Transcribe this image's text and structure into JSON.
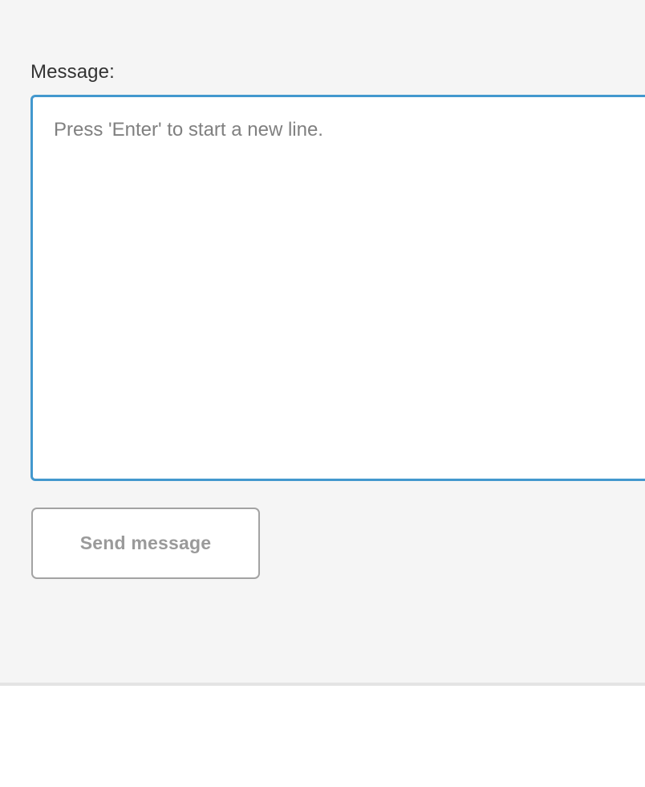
{
  "theme": {
    "panel_background": "#f5f5f5",
    "page_background": "#ffffff",
    "divider_color": "#e4e4e4",
    "focus_border_color": "#4398ce",
    "label_color": "#333333",
    "placeholder_color": "#808080",
    "button_border_color": "#a3a3a3",
    "button_text_color": "#9a9a9a",
    "button_background": "#ffffff"
  },
  "composer": {
    "label": "Message:",
    "textarea": {
      "value": "",
      "placeholder": "Press 'Enter' to start a new line.",
      "focused": true
    },
    "send_button": {
      "label": "Send message",
      "enabled": true
    }
  }
}
